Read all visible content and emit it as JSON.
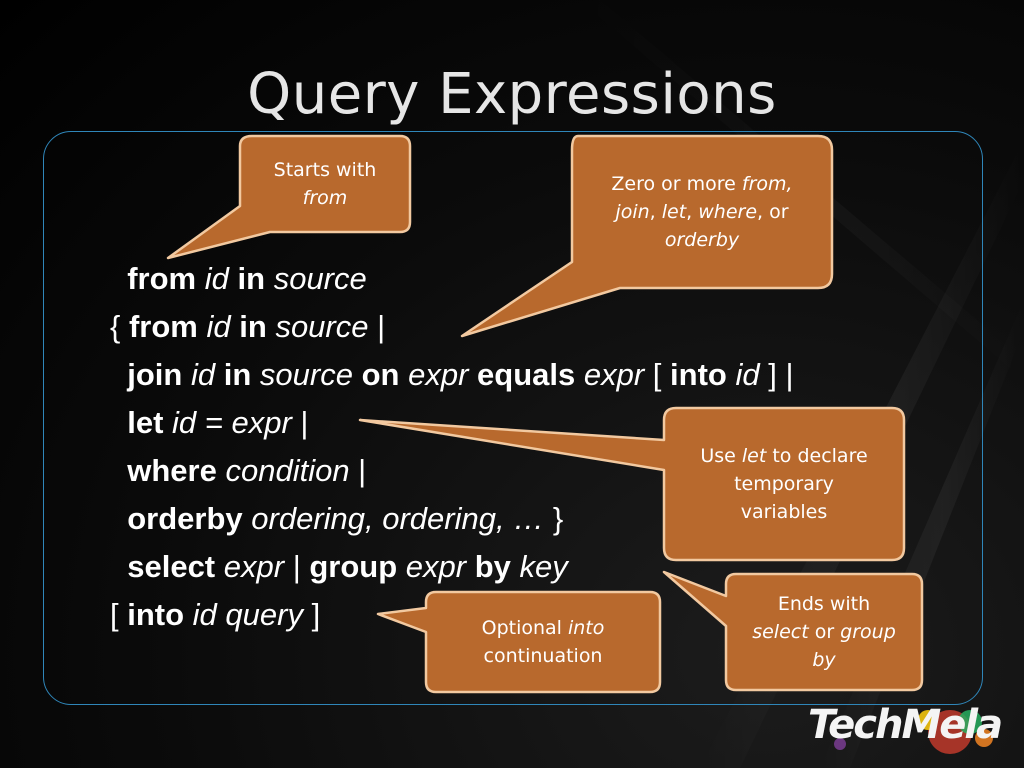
{
  "slide": {
    "title": "Query Expressions"
  },
  "code_lines": [
    [
      {
        "t": "  ",
        "s": ""
      },
      {
        "t": "from",
        "s": "kw"
      },
      {
        "t": " ",
        "s": ""
      },
      {
        "t": "id",
        "s": "it"
      },
      {
        "t": " ",
        "s": ""
      },
      {
        "t": "in",
        "s": "kw"
      },
      {
        "t": " ",
        "s": ""
      },
      {
        "t": "source",
        "s": "it"
      }
    ],
    [
      {
        "t": "{ ",
        "s": ""
      },
      {
        "t": "from",
        "s": "kw"
      },
      {
        "t": " ",
        "s": ""
      },
      {
        "t": "id",
        "s": "it"
      },
      {
        "t": " ",
        "s": ""
      },
      {
        "t": "in",
        "s": "kw"
      },
      {
        "t": " ",
        "s": ""
      },
      {
        "t": "source",
        "s": "it"
      },
      {
        "t": " |",
        "s": ""
      }
    ],
    [
      {
        "t": "  ",
        "s": ""
      },
      {
        "t": "join",
        "s": "kw"
      },
      {
        "t": " ",
        "s": ""
      },
      {
        "t": "id",
        "s": "it"
      },
      {
        "t": " ",
        "s": ""
      },
      {
        "t": "in",
        "s": "kw"
      },
      {
        "t": " ",
        "s": ""
      },
      {
        "t": "source",
        "s": "it"
      },
      {
        "t": " ",
        "s": ""
      },
      {
        "t": "on",
        "s": "kw"
      },
      {
        "t": " ",
        "s": ""
      },
      {
        "t": "expr",
        "s": "it"
      },
      {
        "t": " ",
        "s": ""
      },
      {
        "t": "equals",
        "s": "kw"
      },
      {
        "t": " ",
        "s": ""
      },
      {
        "t": "expr",
        "s": "it"
      },
      {
        "t": " [ ",
        "s": ""
      },
      {
        "t": "into",
        "s": "kw"
      },
      {
        "t": " ",
        "s": ""
      },
      {
        "t": "id",
        "s": "it"
      },
      {
        "t": " ] |",
        "s": ""
      }
    ],
    [
      {
        "t": "  ",
        "s": ""
      },
      {
        "t": "let",
        "s": "kw"
      },
      {
        "t": " ",
        "s": ""
      },
      {
        "t": "id = expr",
        "s": "it"
      },
      {
        "t": " |",
        "s": ""
      }
    ],
    [
      {
        "t": "  ",
        "s": ""
      },
      {
        "t": "where",
        "s": "kw"
      },
      {
        "t": " ",
        "s": ""
      },
      {
        "t": "condition",
        "s": "it"
      },
      {
        "t": " |",
        "s": ""
      }
    ],
    [
      {
        "t": "  ",
        "s": ""
      },
      {
        "t": "orderby",
        "s": "kw"
      },
      {
        "t": " ",
        "s": ""
      },
      {
        "t": "ordering, ordering, …",
        "s": "it"
      },
      {
        "t": " }",
        "s": ""
      }
    ],
    [
      {
        "t": "  ",
        "s": ""
      },
      {
        "t": "select",
        "s": "kw"
      },
      {
        "t": " ",
        "s": ""
      },
      {
        "t": "expr",
        "s": "it"
      },
      {
        "t": " | ",
        "s": ""
      },
      {
        "t": "group",
        "s": "kw"
      },
      {
        "t": " ",
        "s": ""
      },
      {
        "t": "expr",
        "s": "it"
      },
      {
        "t": " ",
        "s": ""
      },
      {
        "t": "by",
        "s": "kw"
      },
      {
        "t": " ",
        "s": ""
      },
      {
        "t": "key",
        "s": "it"
      }
    ],
    [
      {
        "t": "[ ",
        "s": ""
      },
      {
        "t": "into",
        "s": "kw"
      },
      {
        "t": " ",
        "s": ""
      },
      {
        "t": "id query",
        "s": "it"
      },
      {
        "t": " ]",
        "s": ""
      }
    ]
  ],
  "callouts": {
    "starts_with": [
      [
        {
          "t": "Starts with",
          "s": ""
        }
      ],
      [
        {
          "t": "from",
          "s": "it"
        }
      ]
    ],
    "zero_or_more": [
      [
        {
          "t": "Zero or more ",
          "s": ""
        },
        {
          "t": "from,",
          "s": "it"
        }
      ],
      [
        {
          "t": "join",
          "s": "it"
        },
        {
          "t": ", ",
          "s": ""
        },
        {
          "t": "let",
          "s": "it"
        },
        {
          "t": ", ",
          "s": ""
        },
        {
          "t": "where",
          "s": "it"
        },
        {
          "t": ", or",
          "s": ""
        }
      ],
      [
        {
          "t": "orderby",
          "s": "it"
        }
      ]
    ],
    "use_let": [
      [
        {
          "t": "Use ",
          "s": ""
        },
        {
          "t": "let",
          "s": "it"
        },
        {
          "t": " to declare",
          "s": ""
        }
      ],
      [
        {
          "t": "temporary",
          "s": ""
        }
      ],
      [
        {
          "t": "variables",
          "s": ""
        }
      ]
    ],
    "ends_with": [
      [
        {
          "t": "Ends with",
          "s": ""
        }
      ],
      [
        {
          "t": "select",
          "s": "it"
        },
        {
          "t": " or ",
          "s": ""
        },
        {
          "t": "group",
          "s": "it"
        }
      ],
      [
        {
          "t": "by",
          "s": "it"
        }
      ]
    ],
    "optional_into": [
      [
        {
          "t": "Optional ",
          "s": ""
        },
        {
          "t": "into",
          "s": "it"
        }
      ],
      [
        {
          "t": "continuation",
          "s": ""
        }
      ]
    ]
  },
  "logo": {
    "text": "TechMela"
  },
  "colors": {
    "callout_fill": "#b8692d",
    "callout_stroke": "#f2c9a0",
    "panel_border": "#2f86b9",
    "title": "#e6e6e6"
  }
}
